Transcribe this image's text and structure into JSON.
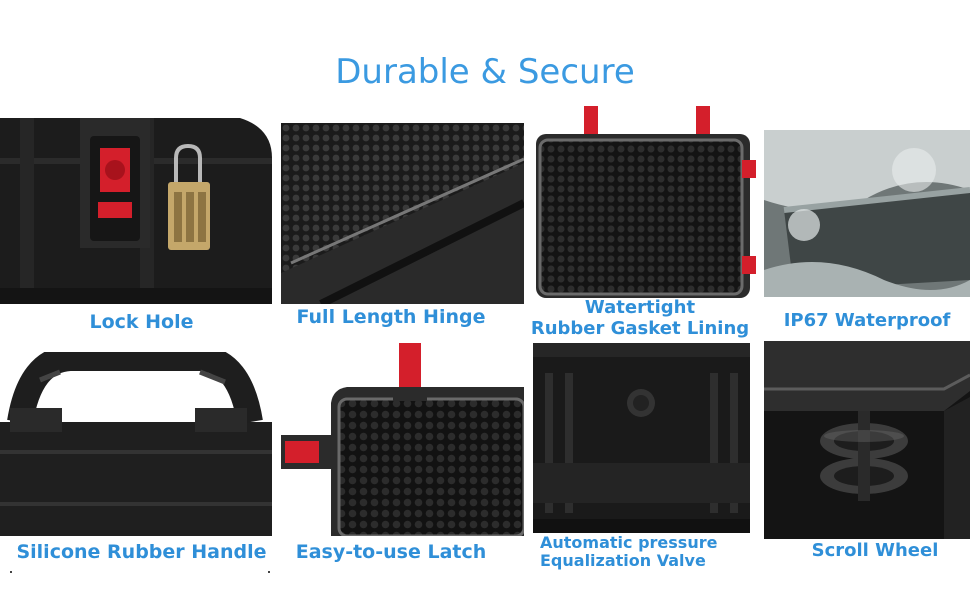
{
  "title": "Durable & Secure",
  "features": [
    {
      "lines": [
        "Lock Hole"
      ]
    },
    {
      "lines": [
        "Full Length Hinge"
      ]
    },
    {
      "lines": [
        "Watertight",
        "Rubber Gasket Lining"
      ]
    },
    {
      "lines": [
        "IP67 Waterproof"
      ]
    },
    {
      "lines": [
        "Silicone Rubber Handle"
      ]
    },
    {
      "lines": [
        "Easy-to-use Latch"
      ]
    },
    {
      "lines": [
        "Automatic pressure",
        "Equalization Valve"
      ]
    },
    {
      "lines": [
        "Scroll Wheel"
      ]
    }
  ],
  "colors": {
    "accent": "#3b9ae1",
    "caption": "#2f8fd8",
    "latch_red": "#d41f2b",
    "case_black": "#1a1a1a"
  }
}
